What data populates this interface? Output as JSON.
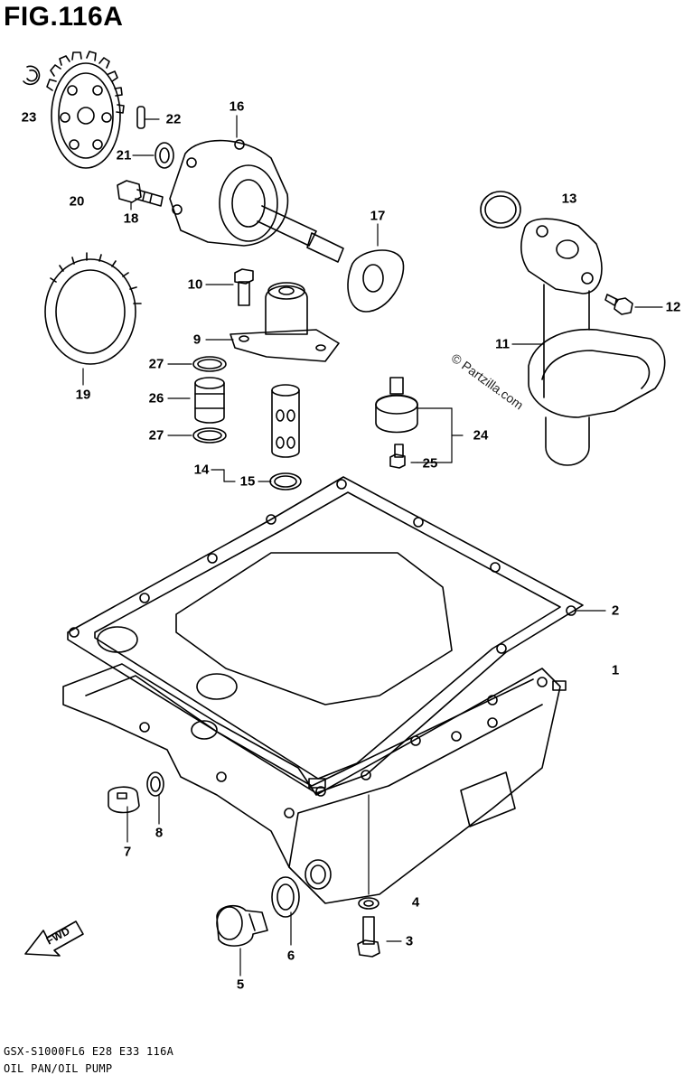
{
  "figure": {
    "title": "FIG.116A",
    "model_code": "GSX-S1000FL6  E28  E33  116A",
    "section_title": "OIL PAN/OIL PUMP",
    "watermark": "© Partzilla.com",
    "direction_label": "FWD"
  },
  "callouts": [
    {
      "id": "c1",
      "text": "1"
    },
    {
      "id": "c2",
      "text": "2"
    },
    {
      "id": "c3",
      "text": "3"
    },
    {
      "id": "c4",
      "text": "4"
    },
    {
      "id": "c5",
      "text": "5"
    },
    {
      "id": "c6",
      "text": "6"
    },
    {
      "id": "c7",
      "text": "7"
    },
    {
      "id": "c8",
      "text": "8"
    },
    {
      "id": "c9",
      "text": "9"
    },
    {
      "id": "c10",
      "text": "10"
    },
    {
      "id": "c11",
      "text": "11"
    },
    {
      "id": "c12",
      "text": "12"
    },
    {
      "id": "c13",
      "text": "13"
    },
    {
      "id": "c14",
      "text": "14"
    },
    {
      "id": "c15",
      "text": "15"
    },
    {
      "id": "c16",
      "text": "16"
    },
    {
      "id": "c17",
      "text": "17"
    },
    {
      "id": "c18",
      "text": "18"
    },
    {
      "id": "c19",
      "text": "19"
    },
    {
      "id": "c20",
      "text": "20"
    },
    {
      "id": "c21",
      "text": "21"
    },
    {
      "id": "c22",
      "text": "22"
    },
    {
      "id": "c23",
      "text": "23"
    },
    {
      "id": "c24",
      "text": "24"
    },
    {
      "id": "c25",
      "text": "25"
    },
    {
      "id": "c26",
      "text": "26"
    },
    {
      "id": "c27a",
      "text": "27"
    },
    {
      "id": "c27b",
      "text": "27"
    }
  ]
}
